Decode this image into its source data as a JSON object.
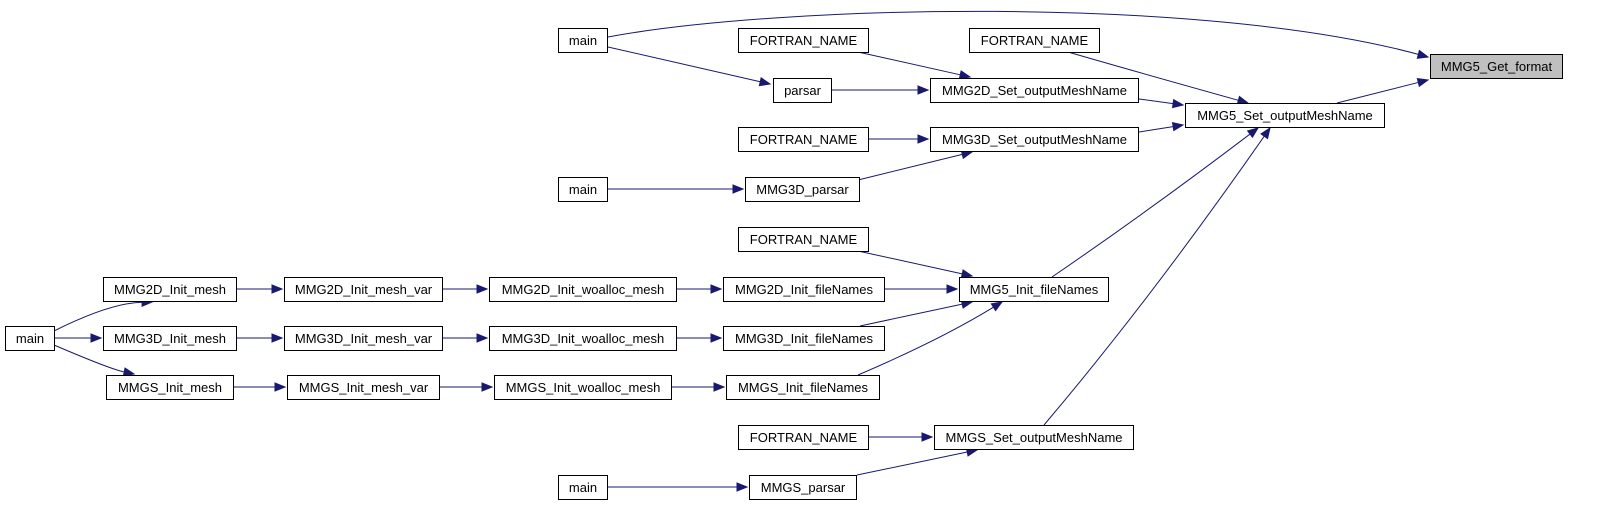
{
  "diagram": {
    "edge_color": "#191970",
    "root_fill": "#bfbfbf",
    "nodes": [
      {
        "id": "get_format",
        "label": "MMG5_Get_format",
        "root": true
      },
      {
        "id": "mmg5_set_out",
        "label": "MMG5_Set_outputMeshName"
      },
      {
        "id": "main_top",
        "label": "main"
      },
      {
        "id": "fortran_1",
        "label": "FORTRAN_NAME"
      },
      {
        "id": "fortran_2",
        "label": "FORTRAN_NAME"
      },
      {
        "id": "parsar",
        "label": "parsar"
      },
      {
        "id": "mmg2d_set_out",
        "label": "MMG2D_Set_outputMeshName"
      },
      {
        "id": "fortran_3",
        "label": "FORTRAN_NAME"
      },
      {
        "id": "mmg3d_set_out",
        "label": "MMG3D_Set_outputMeshName"
      },
      {
        "id": "main_3d",
        "label": "main"
      },
      {
        "id": "mmg3d_parsar",
        "label": "MMG3D_parsar"
      },
      {
        "id": "fortran_4",
        "label": "FORTRAN_NAME"
      },
      {
        "id": "mmg5_init_fn",
        "label": "MMG5_Init_fileNames"
      },
      {
        "id": "mmg2d_init_mesh",
        "label": "MMG2D_Init_mesh"
      },
      {
        "id": "mmg2d_init_mesh_var",
        "label": "MMG2D_Init_mesh_var"
      },
      {
        "id": "mmg2d_init_woalloc",
        "label": "MMG2D_Init_woalloc_mesh"
      },
      {
        "id": "mmg2d_init_fn",
        "label": "MMG2D_Init_fileNames"
      },
      {
        "id": "main_left",
        "label": "main"
      },
      {
        "id": "mmg3d_init_mesh",
        "label": "MMG3D_Init_mesh"
      },
      {
        "id": "mmg3d_init_mesh_var",
        "label": "MMG3D_Init_mesh_var"
      },
      {
        "id": "mmg3d_init_woalloc",
        "label": "MMG3D_Init_woalloc_mesh"
      },
      {
        "id": "mmg3d_init_fn",
        "label": "MMG3D_Init_fileNames"
      },
      {
        "id": "mmgs_init_mesh",
        "label": "MMGS_Init_mesh"
      },
      {
        "id": "mmgs_init_mesh_var",
        "label": "MMGS_Init_mesh_var"
      },
      {
        "id": "mmgs_init_woalloc",
        "label": "MMGS_Init_woalloc_mesh"
      },
      {
        "id": "mmgs_init_fn",
        "label": "MMGS_Init_fileNames"
      },
      {
        "id": "fortran_5",
        "label": "FORTRAN_NAME"
      },
      {
        "id": "mmgs_set_out",
        "label": "MMGS_Set_outputMeshName"
      },
      {
        "id": "main_bottom",
        "label": "main"
      },
      {
        "id": "mmgs_parsar",
        "label": "MMGS_parsar"
      }
    ],
    "edges": [
      {
        "from": "main_top",
        "to": "get_format"
      },
      {
        "from": "mmg5_set_out",
        "to": "get_format"
      },
      {
        "from": "main_top",
        "to": "parsar"
      },
      {
        "from": "fortran_1",
        "to": "mmg2d_set_out"
      },
      {
        "from": "parsar",
        "to": "mmg2d_set_out"
      },
      {
        "from": "fortran_2",
        "to": "mmg5_set_out"
      },
      {
        "from": "mmg2d_set_out",
        "to": "mmg5_set_out"
      },
      {
        "from": "mmg3d_set_out",
        "to": "mmg5_set_out"
      },
      {
        "from": "mmg5_init_fn",
        "to": "mmg5_set_out"
      },
      {
        "from": "mmgs_set_out",
        "to": "mmg5_set_out"
      },
      {
        "from": "fortran_3",
        "to": "mmg3d_set_out"
      },
      {
        "from": "mmg3d_parsar",
        "to": "mmg3d_set_out"
      },
      {
        "from": "main_3d",
        "to": "mmg3d_parsar"
      },
      {
        "from": "fortran_4",
        "to": "mmg5_init_fn"
      },
      {
        "from": "mmg2d_init_fn",
        "to": "mmg5_init_fn"
      },
      {
        "from": "mmg3d_init_fn",
        "to": "mmg5_init_fn"
      },
      {
        "from": "mmgs_init_fn",
        "to": "mmg5_init_fn"
      },
      {
        "from": "main_left",
        "to": "mmg2d_init_mesh"
      },
      {
        "from": "main_left",
        "to": "mmg3d_init_mesh"
      },
      {
        "from": "main_left",
        "to": "mmgs_init_mesh"
      },
      {
        "from": "mmg2d_init_mesh",
        "to": "mmg2d_init_mesh_var"
      },
      {
        "from": "mmg2d_init_mesh_var",
        "to": "mmg2d_init_woalloc"
      },
      {
        "from": "mmg2d_init_woalloc",
        "to": "mmg2d_init_fn"
      },
      {
        "from": "mmg3d_init_mesh",
        "to": "mmg3d_init_mesh_var"
      },
      {
        "from": "mmg3d_init_mesh_var",
        "to": "mmg3d_init_woalloc"
      },
      {
        "from": "mmg3d_init_woalloc",
        "to": "mmg3d_init_fn"
      },
      {
        "from": "mmgs_init_mesh",
        "to": "mmgs_init_mesh_var"
      },
      {
        "from": "mmgs_init_mesh_var",
        "to": "mmgs_init_woalloc"
      },
      {
        "from": "mmgs_init_woalloc",
        "to": "mmgs_init_fn"
      },
      {
        "from": "fortran_5",
        "to": "mmgs_set_out"
      },
      {
        "from": "mmgs_parsar",
        "to": "mmgs_set_out"
      },
      {
        "from": "main_bottom",
        "to": "mmgs_parsar"
      }
    ]
  }
}
